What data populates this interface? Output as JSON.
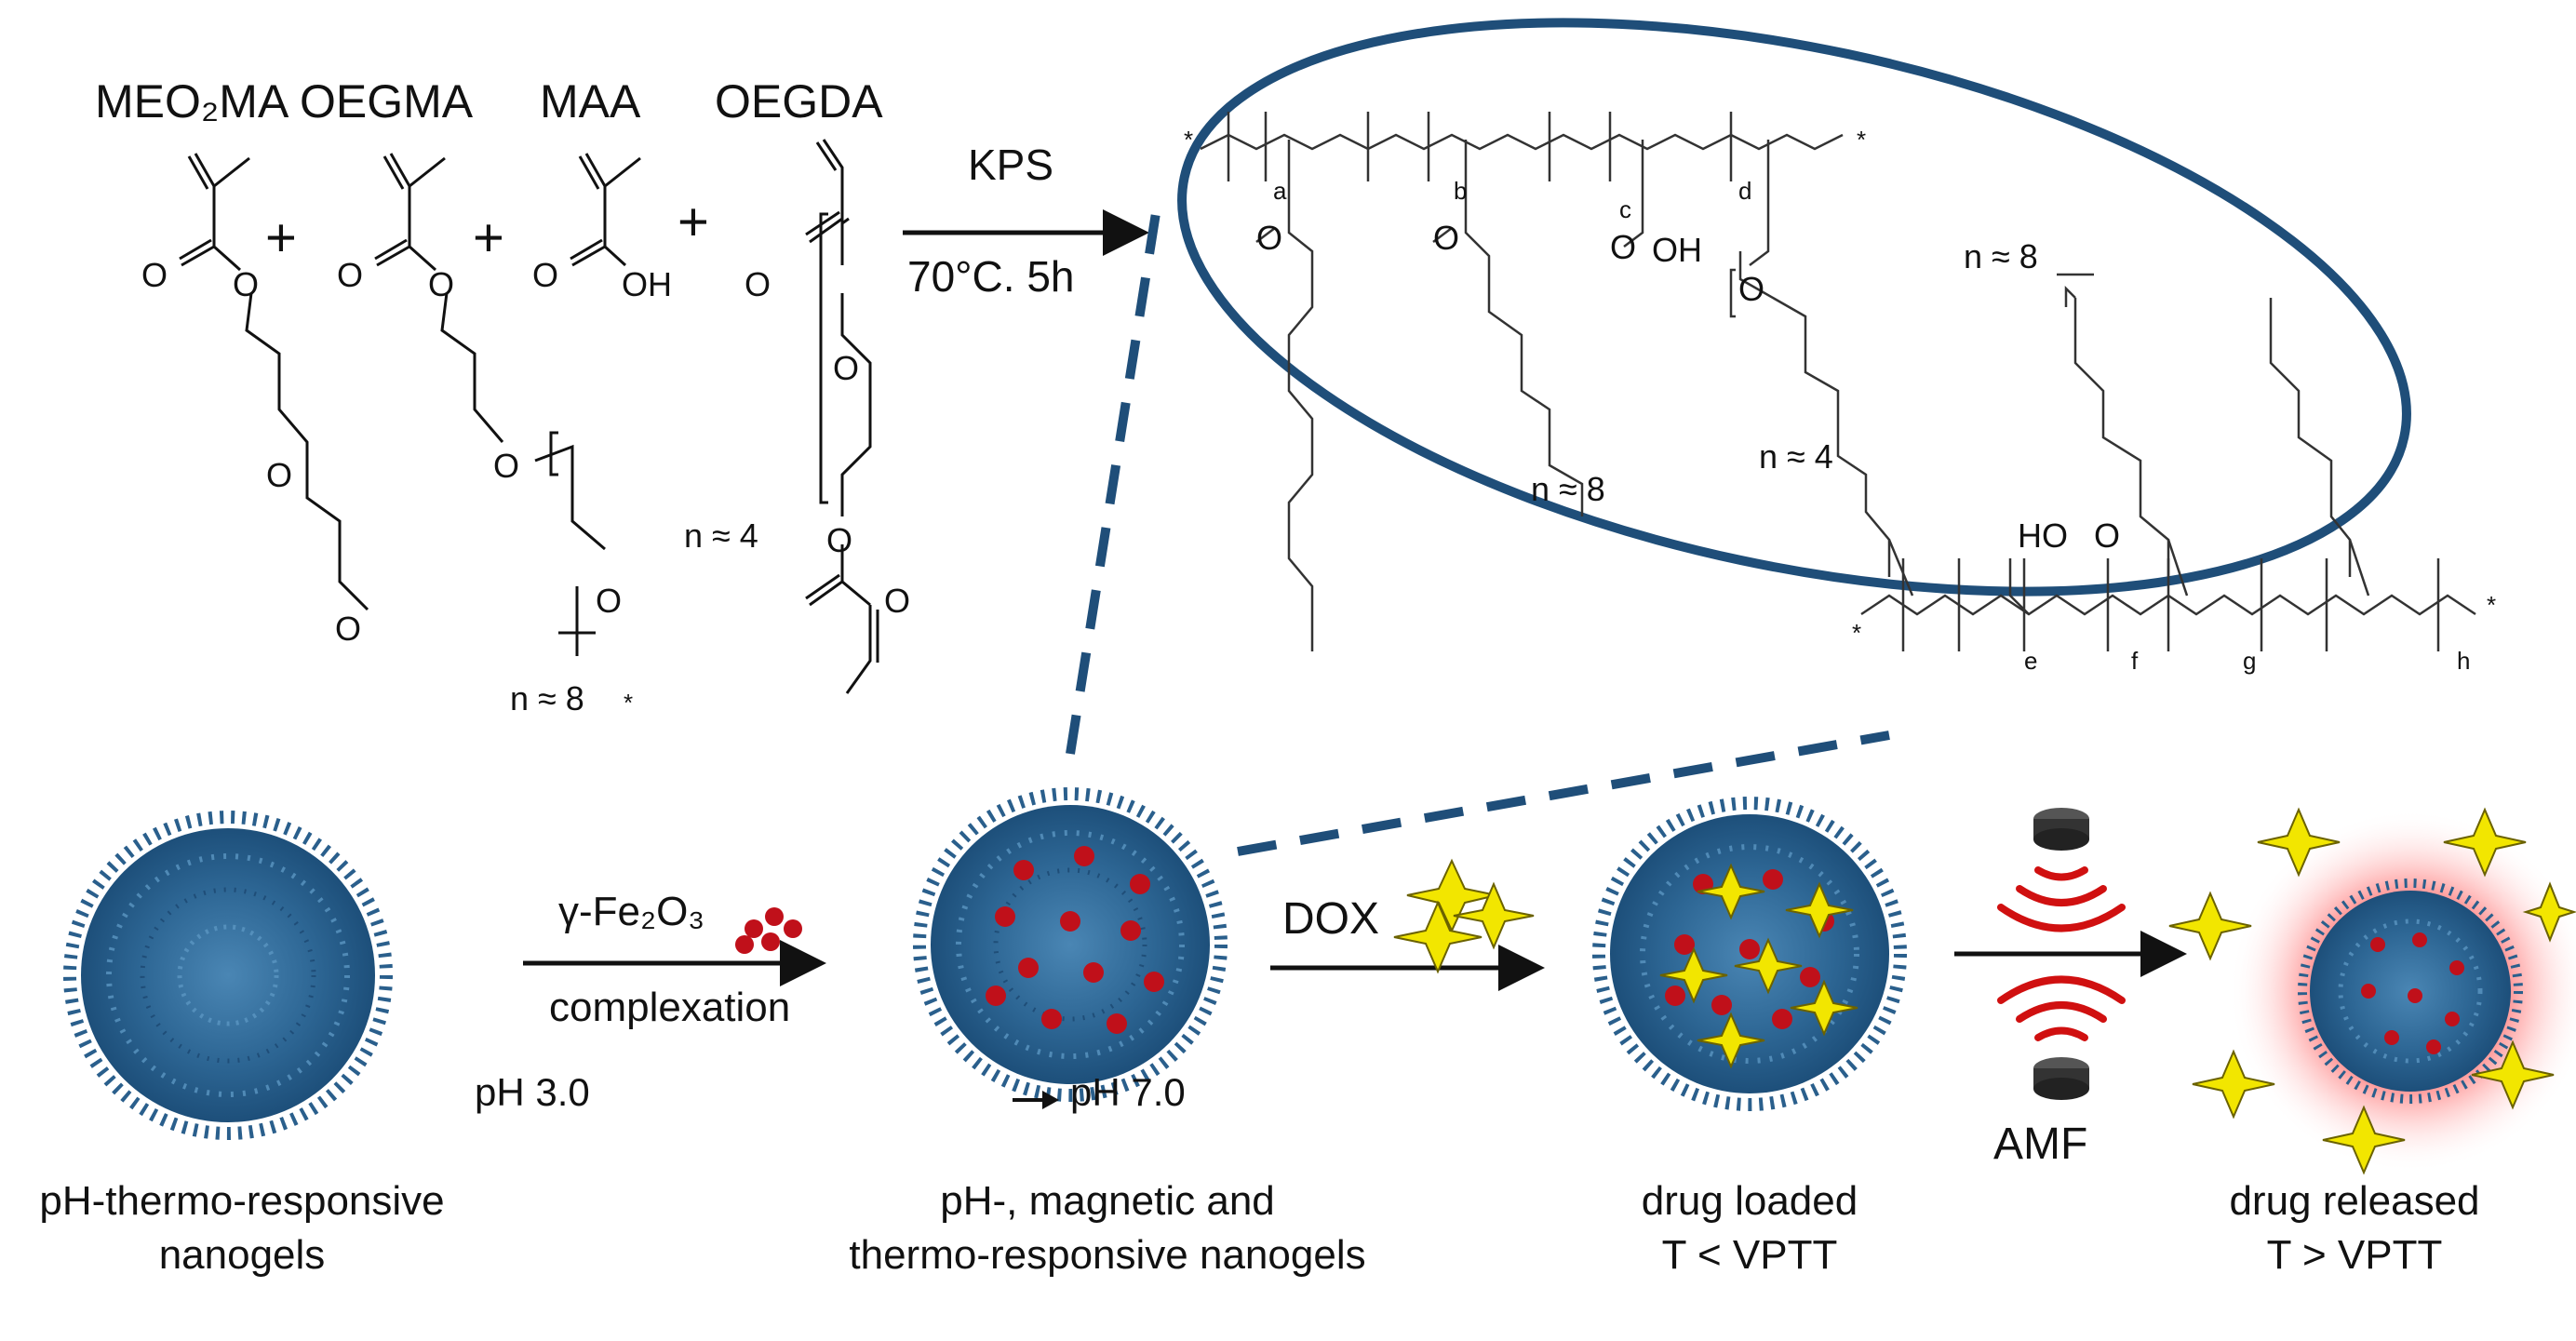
{
  "monomers": [
    {
      "name": "MEO₂MA"
    },
    {
      "name": "OEGMA"
    },
    {
      "name": "MAA"
    },
    {
      "name": "OEGDA"
    }
  ],
  "plus_sign": "+",
  "reaction": {
    "reagent": "KPS",
    "conditions": "70°C. 5h"
  },
  "atoms": {
    "O": "O",
    "OH": "OH",
    "HO": "HO"
  },
  "repeat_labels": {
    "n8": "n ≈ 8",
    "n4": "n ≈ 4"
  },
  "subscripts": [
    "a",
    "b",
    "c",
    "d",
    "e",
    "f",
    "g",
    "h"
  ],
  "end_group": "*",
  "step1": {
    "reagent": "γ-Fe₂O₃",
    "process": "complexation",
    "ph_from": "pH 3.0",
    "ph_to": "pH 7.0"
  },
  "step2": {
    "reagent": "DOX"
  },
  "step3": {
    "trigger": "AMF"
  },
  "captions": {
    "c1_line1": "pH-thermo-responsive",
    "c1_line2": "nanogels",
    "c2_line1": "pH-, magnetic and",
    "c2_line2": "thermo-responsive nanogels",
    "c3_line1": "drug loaded",
    "c3_line2": "T < VPTT",
    "c4_line1": "drug released",
    "c4_line2": "T > VPTT"
  },
  "colors": {
    "ellipse": "#1f4e79",
    "nanogel": "#2f6e9e",
    "iron_oxide": "#c0101a",
    "drug": "#f2e600",
    "field_waves": "#d01010",
    "glow": "#ff3030"
  }
}
